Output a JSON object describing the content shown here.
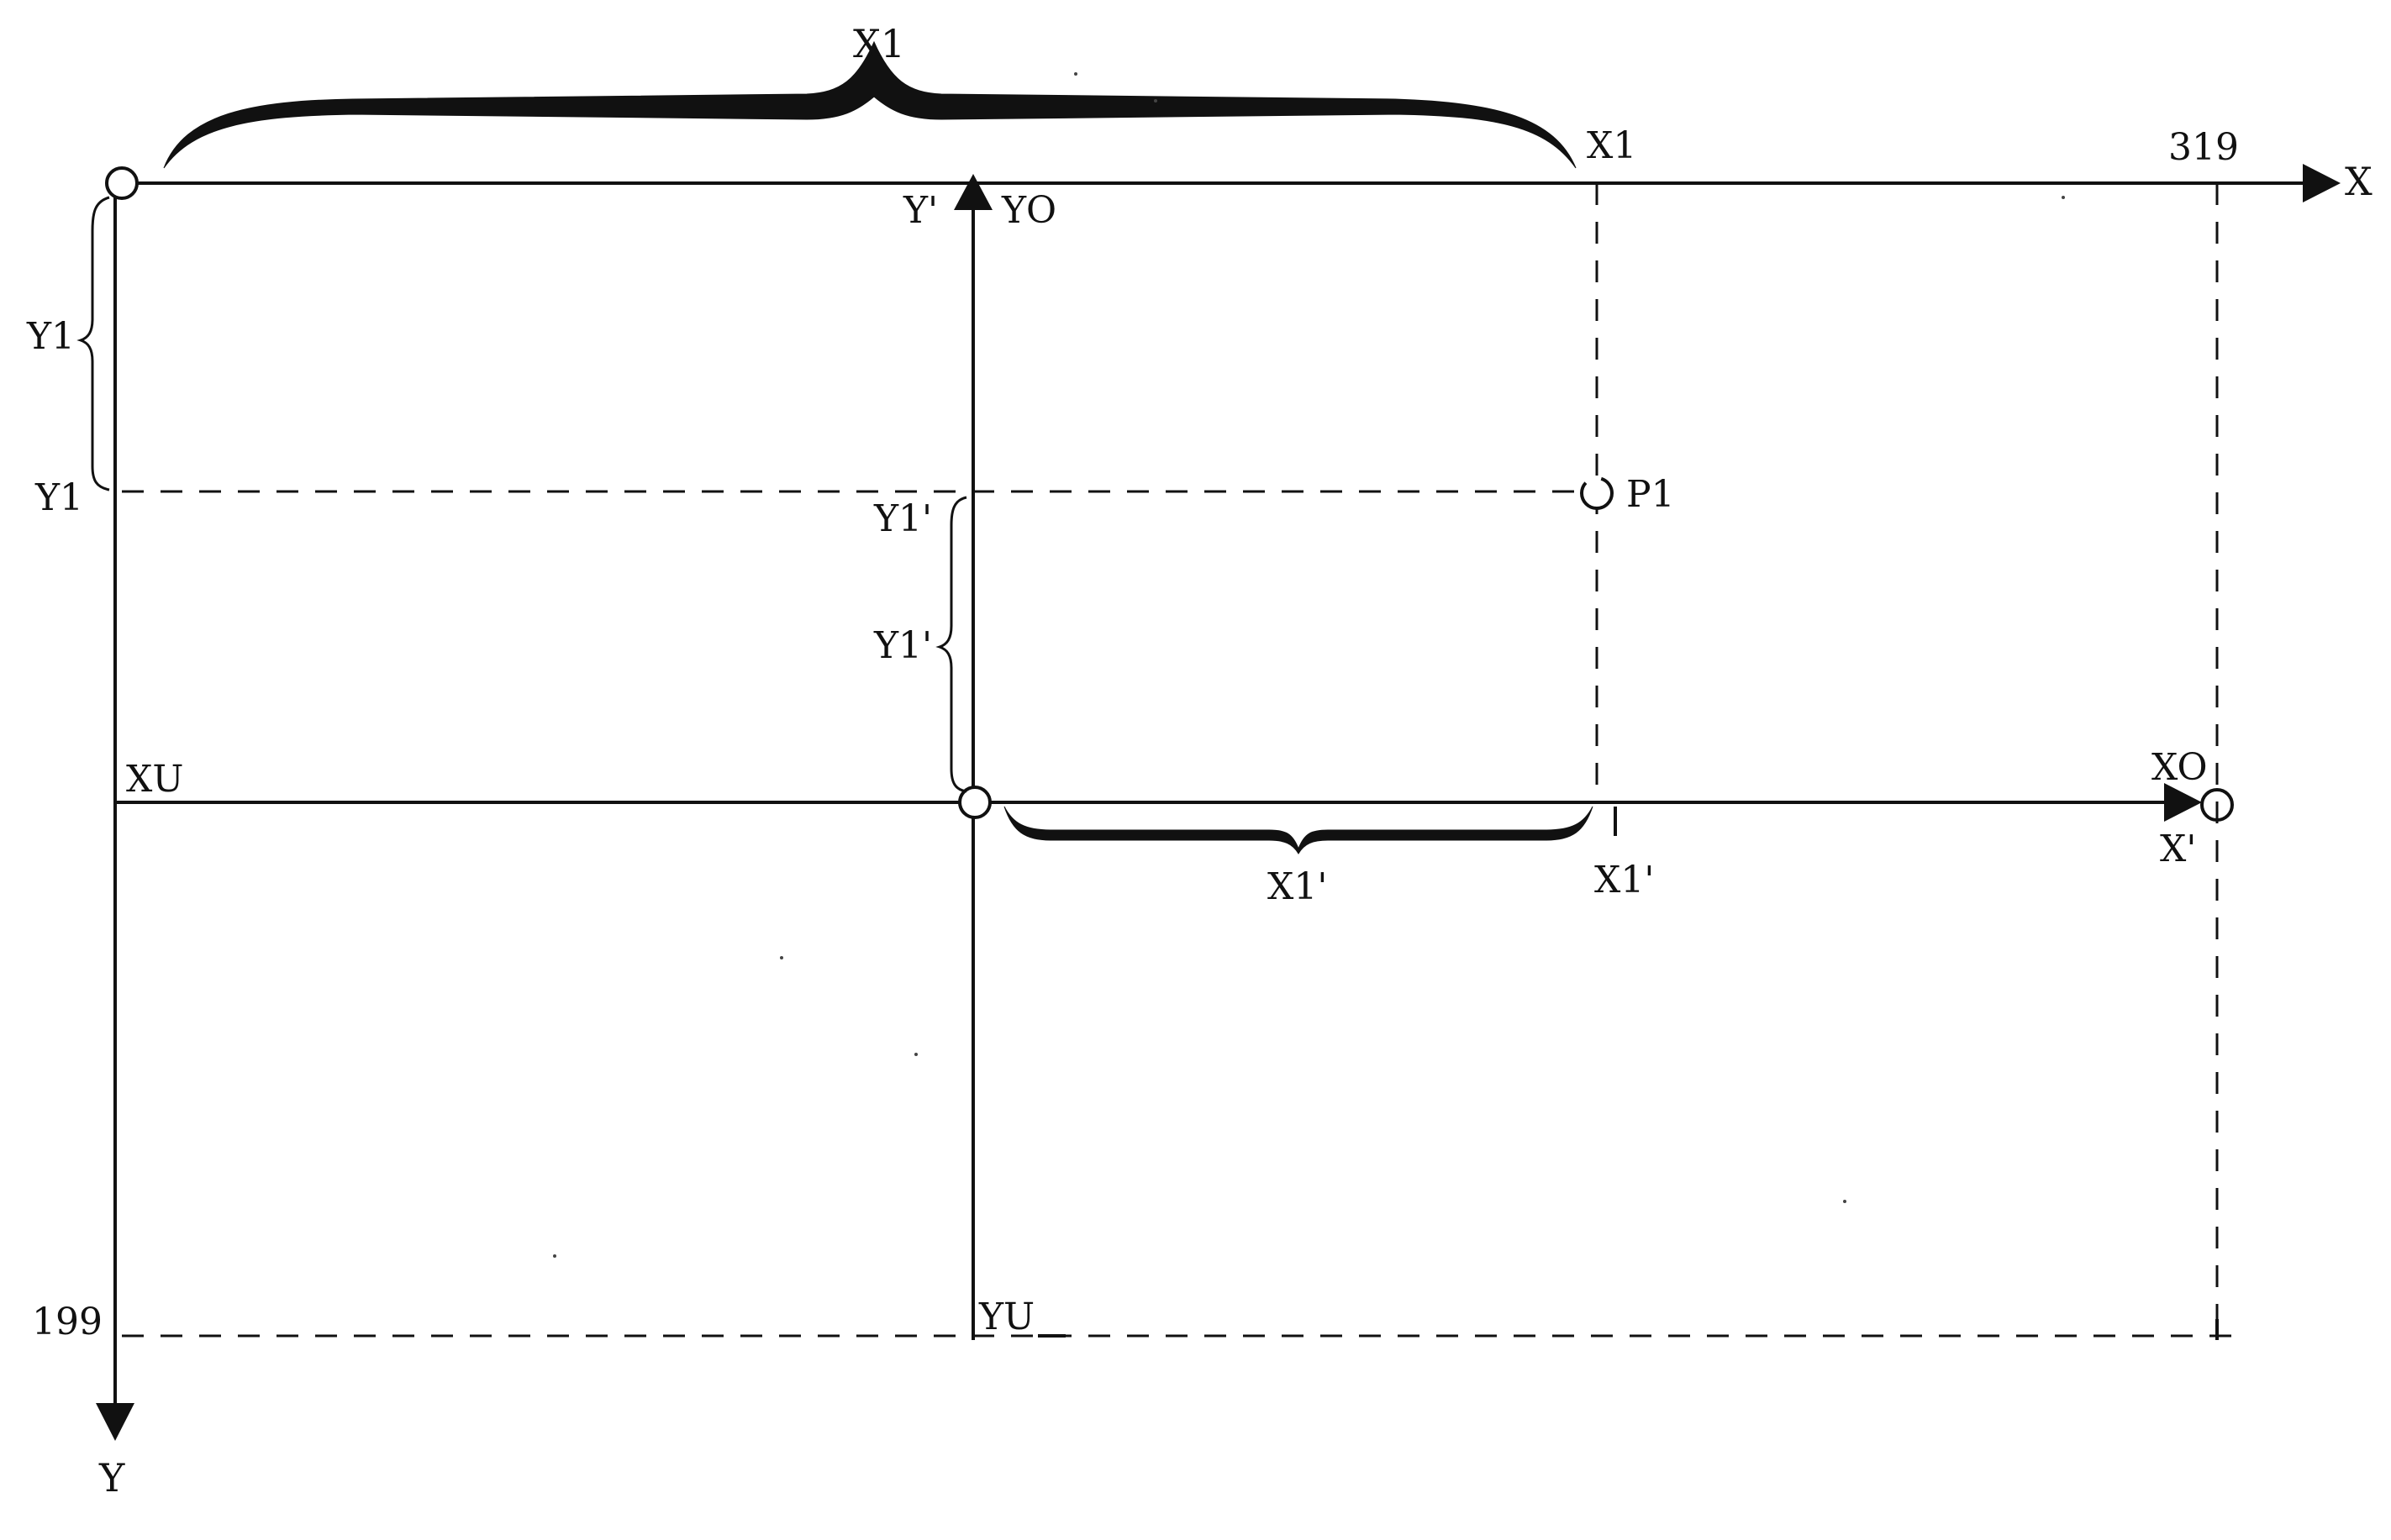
{
  "labels": {
    "top_brace_x1": "X1",
    "x_axis_x1_tick": "X1",
    "x_axis_max": "319",
    "x_axis_name": "X",
    "y_prime_axis": "Y'",
    "y_origin_top": "YO",
    "y1_brace": "Y1",
    "y1_tick": "Y1",
    "p1": "P1",
    "y1_prime_tick": "Y1'",
    "y1_prime_brace": "Y1'",
    "xu": "XU",
    "xo": "XO",
    "x_prime_axis": "X'",
    "x1_prime_brace": "X1'",
    "x1_prime_tick": "X1'",
    "y_axis_max": "199",
    "yu": "YU",
    "y_axis_name": "Y"
  }
}
